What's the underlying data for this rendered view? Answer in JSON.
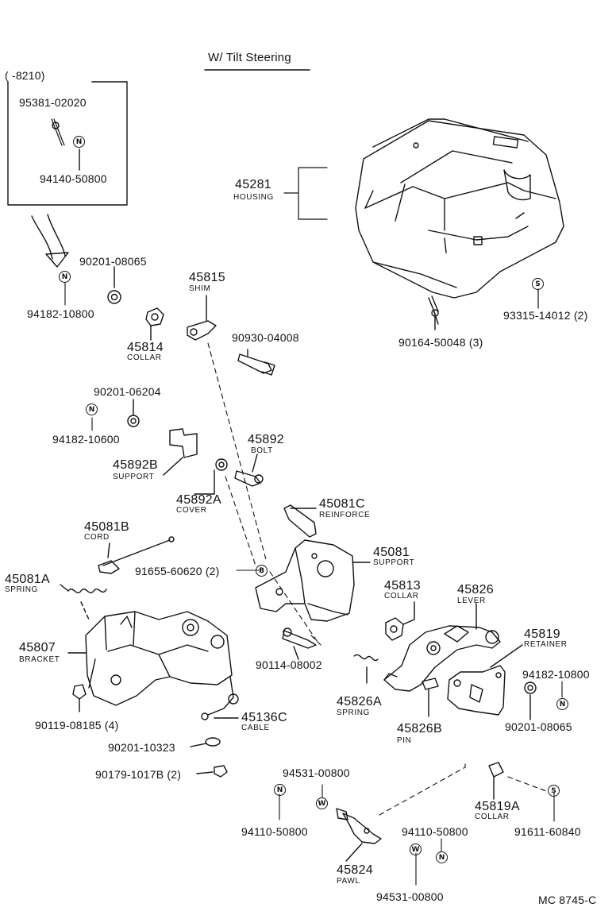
{
  "diagram": {
    "title": "W/ Tilt Steering",
    "inset_header": "(      -8210)",
    "footer_code": "MC  8745-C"
  },
  "parts": [
    {
      "id": "inset_cotter",
      "number": "95381-02020",
      "name": ""
    },
    {
      "id": "inset_nut",
      "number": "94140-50800",
      "name": ""
    },
    {
      "id": "p45281",
      "number": "45281",
      "name": "HOUSING"
    },
    {
      "id": "p90201_08065a",
      "number": "90201-08065",
      "name": ""
    },
    {
      "id": "p94182_10800a",
      "number": "94182-10800",
      "name": ""
    },
    {
      "id": "p45815",
      "number": "45815",
      "name": "SHIM"
    },
    {
      "id": "p45814",
      "number": "45814",
      "name": "COLLAR"
    },
    {
      "id": "p90930",
      "number": "90930-04008",
      "name": ""
    },
    {
      "id": "p93315",
      "number": "93315-14012 (2)",
      "name": ""
    },
    {
      "id": "p90164",
      "number": "90164-50048 (3)",
      "name": ""
    },
    {
      "id": "p90201_06204",
      "number": "90201-06204",
      "name": ""
    },
    {
      "id": "p94182_10600",
      "number": "94182-10600",
      "name": ""
    },
    {
      "id": "p45892",
      "number": "45892",
      "name": "BOLT"
    },
    {
      "id": "p45892b",
      "number": "45892B",
      "name": "SUPPORT"
    },
    {
      "id": "p45892a",
      "number": "45892A",
      "name": "COVER"
    },
    {
      "id": "p45081c",
      "number": "45081C",
      "name": "REINFORCE"
    },
    {
      "id": "p45081b",
      "number": "45081B",
      "name": "CORD"
    },
    {
      "id": "p45081",
      "number": "45081",
      "name": "SUPPORT"
    },
    {
      "id": "p91655",
      "number": "91655-60620 (2)",
      "name": ""
    },
    {
      "id": "p45081a",
      "number": "45081A",
      "name": "SPRING"
    },
    {
      "id": "p45813",
      "number": "45813",
      "name": "COLLAR"
    },
    {
      "id": "p45826",
      "number": "45826",
      "name": "LEVER"
    },
    {
      "id": "p45819",
      "number": "45819",
      "name": "RETAINER"
    },
    {
      "id": "p45807",
      "number": "45807",
      "name": "BRACKET"
    },
    {
      "id": "p90114",
      "number": "90114-08002",
      "name": ""
    },
    {
      "id": "p94182_10800b",
      "number": "94182-10800",
      "name": ""
    },
    {
      "id": "p45826a",
      "number": "45826A",
      "name": "SPRING"
    },
    {
      "id": "p90119",
      "number": "90119-08185 (4)",
      "name": ""
    },
    {
      "id": "p45136c",
      "number": "45136C",
      "name": "CABLE"
    },
    {
      "id": "p45826b",
      "number": "45826B",
      "name": "PIN"
    },
    {
      "id": "p90201_08065b",
      "number": "90201-08065",
      "name": ""
    },
    {
      "id": "p90201_10323",
      "number": "90201-10323",
      "name": ""
    },
    {
      "id": "p90179",
      "number": "90179-1017B (2)",
      "name": ""
    },
    {
      "id": "p94531a",
      "number": "94531-00800",
      "name": ""
    },
    {
      "id": "p45819a",
      "number": "45819A",
      "name": "COLLAR"
    },
    {
      "id": "p94110a",
      "number": "94110-50800",
      "name": ""
    },
    {
      "id": "p94110b",
      "number": "94110-50800",
      "name": ""
    },
    {
      "id": "p91611",
      "number": "91611-60840",
      "name": ""
    },
    {
      "id": "p45824",
      "number": "45824",
      "name": "PAWL"
    },
    {
      "id": "p94531b",
      "number": "94531-00800",
      "name": ""
    }
  ],
  "badges": {
    "n": "N",
    "s": "S",
    "b": "B",
    "w": "W"
  }
}
